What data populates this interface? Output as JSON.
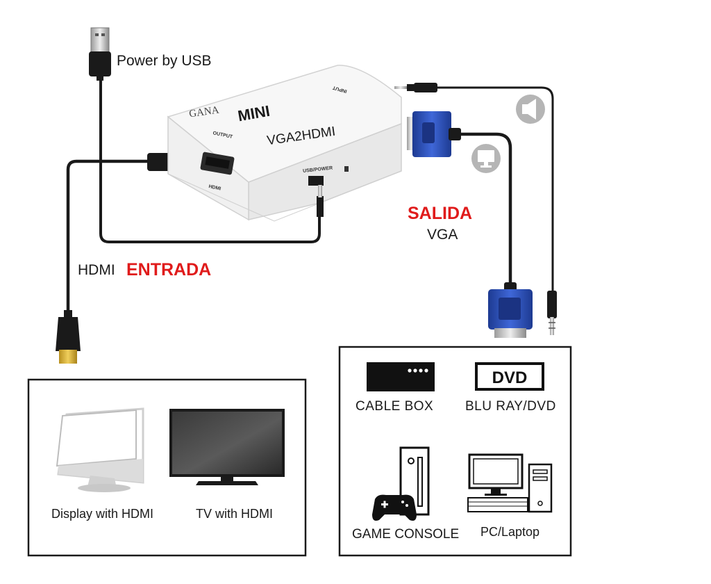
{
  "labels": {
    "power_by_usb": "Power by USB",
    "hdmi": "HDMI",
    "entrada": "ENTRADA",
    "salida": "SALIDA",
    "vga": "VGA"
  },
  "adapter": {
    "brand": "GANA",
    "model": "MINI",
    "name": "VGA2HDMI",
    "port_output": "OUTPUT",
    "port_hdmi": "HDMI",
    "port_usb_power": "USB/POWER",
    "port_input": "INPUT"
  },
  "output_devices": [
    {
      "label": "Display with HDMI",
      "icon": "monitor-icon"
    },
    {
      "label": "TV with HDMI",
      "icon": "tv-icon"
    }
  ],
  "input_devices": [
    {
      "label": "CABLE BOX",
      "icon": "cable-box-icon"
    },
    {
      "label": "BLU RAY/DVD",
      "icon": "dvd-player-icon",
      "badge": "DVD"
    },
    {
      "label": "GAME CONSOLE",
      "icon": "game-console-icon"
    },
    {
      "label": "PC/Laptop",
      "icon": "desktop-pc-icon"
    }
  ],
  "colors": {
    "accent_red": "#e01b1b",
    "vga_blue": "#2a4fb8",
    "cable_black": "#1a1a1a",
    "hdmi_gold": "#c9a233",
    "adapter_white": "#f4f4f4"
  },
  "icons": [
    "usb-plug-icon",
    "hdmi-plug-icon",
    "vga-plug-icon",
    "audio-jack-icon",
    "speaker-icon",
    "monitor-small-icon"
  ]
}
